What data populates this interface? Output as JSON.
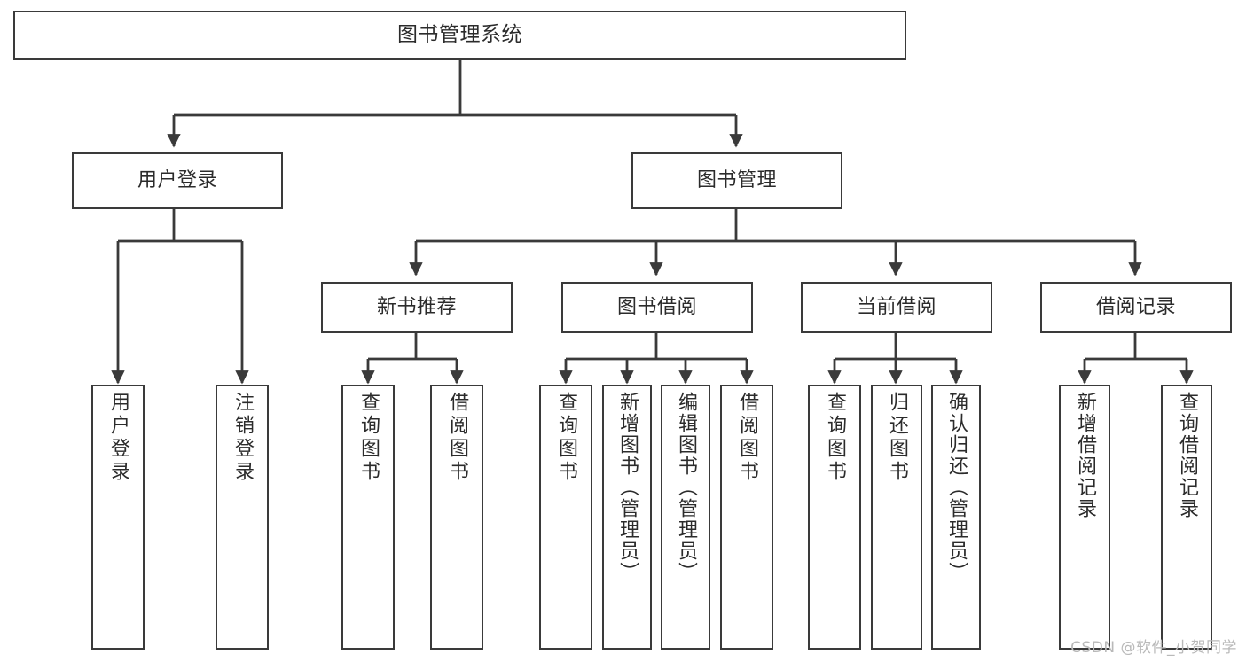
{
  "diagram": {
    "title": "图书管理系统",
    "watermark": "CSDN @软件_小贺同学",
    "colors": {
      "stroke": "#3a3a3a",
      "text": "#2b2b2b",
      "background": "#ffffff",
      "watermark": "#b9b9b9"
    },
    "levels": {
      "root": {
        "label": "图书管理系统"
      },
      "level2": [
        {
          "label": "用户登录"
        },
        {
          "label": "图书管理"
        }
      ],
      "level3": [
        {
          "label": "新书推荐"
        },
        {
          "label": "图书借阅"
        },
        {
          "label": "当前借阅"
        },
        {
          "label": "借阅记录"
        }
      ],
      "leaves": {
        "user_login": [
          {
            "label": "用户登录"
          },
          {
            "label": "注销登录"
          }
        ],
        "new_book_recommend": [
          {
            "label": "查询图书"
          },
          {
            "label": "借阅图书"
          }
        ],
        "book_borrow": [
          {
            "label": "查询图书"
          },
          {
            "label": "新增图书（管理员）"
          },
          {
            "label": "编辑图书（管理员）"
          },
          {
            "label": "借阅图书"
          }
        ],
        "current_borrow": [
          {
            "label": "查询图书"
          },
          {
            "label": "归还图书"
          },
          {
            "label": "确认归还（管理员）"
          }
        ],
        "borrow_record": [
          {
            "label": "新增借阅记录"
          },
          {
            "label": "查询借阅记录"
          }
        ]
      }
    }
  }
}
